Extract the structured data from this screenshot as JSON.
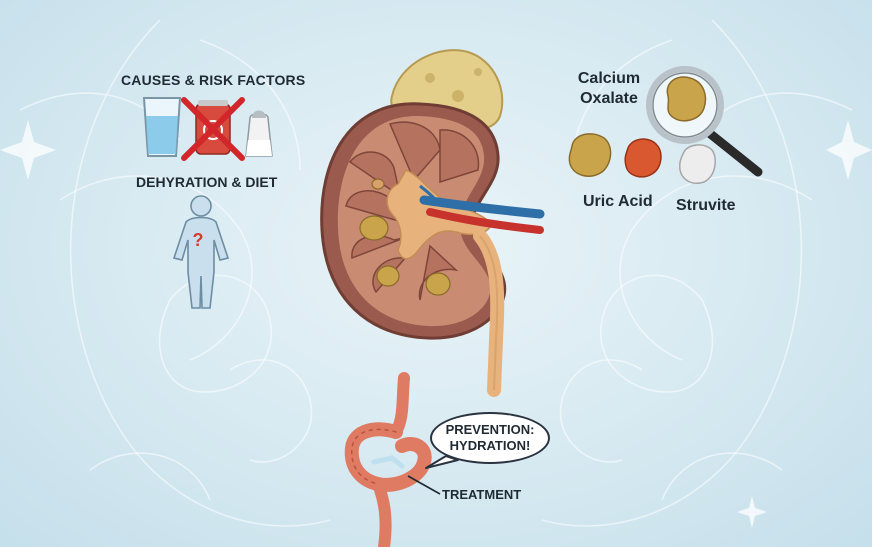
{
  "labels": {
    "causes_title": "CAUSES & RISK FACTORS",
    "diet_title": "DEHYRATION & DIET",
    "calcium_line1": "Calcium",
    "calcium_line2": "Oxalate",
    "uric_acid": "Uric Acid",
    "struvite": "Struvite",
    "prevention_line1": "PREVENTION:",
    "prevention_line2": "HYDRATION!",
    "treatment": "TREATMENT"
  },
  "icons": [
    "water-glass-icon",
    "crossed-soda-can-icon",
    "salt-shaker-icon",
    "human-body-question-icon",
    "magnifying-glass-icon",
    "sparkle-icon"
  ],
  "colors": {
    "background": "#d6e9f1",
    "kidney_cortex": "#9a5a4e",
    "ureter": "#e8b27c",
    "artery": "#c8322c",
    "vein": "#2f6fa8",
    "calcium_oxalate_stone": "#c9a44a",
    "uric_acid_stone": "#d9582f",
    "struvite_stone": "#e6e6e6",
    "intestine": "#e07b63"
  }
}
